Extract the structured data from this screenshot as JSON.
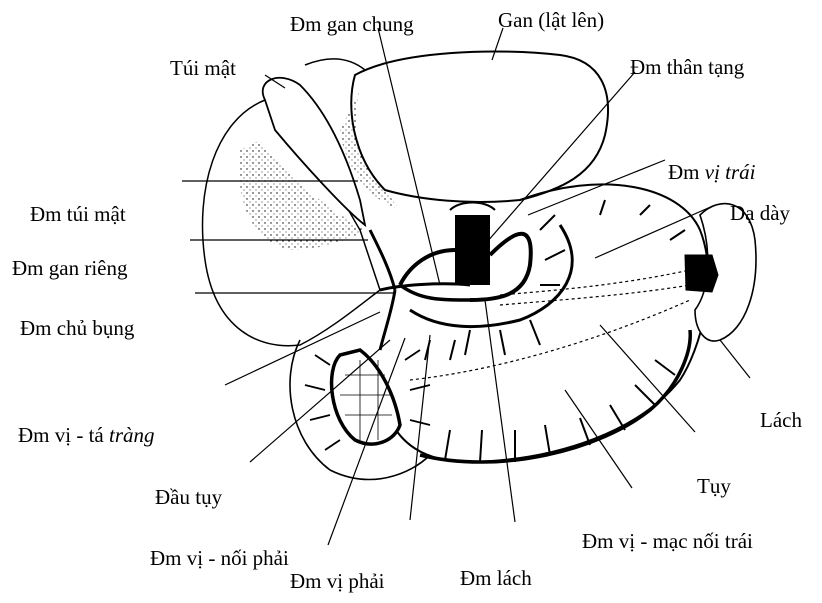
{
  "labels": {
    "dm_gan_chung": "Đm gan chung",
    "gan_lat_len": "Gan (lật lên)",
    "tui_mat": "Túi mật",
    "dm_than_tang": "Đm thân tạng",
    "dm_vi_trai_prefix": "Đm",
    "dm_vi_trai_italic": "vị trái",
    "da_day": "Dạ dày",
    "dm_tui_mat": "Đm túi mật",
    "dm_gan_rieng": "Đm gan riêng",
    "dm_chu_bung": "Đm chủ bụng",
    "dm_vi_ta_trang_prefix": "Đm vị - tá",
    "dm_vi_ta_trang_italic": "tràng",
    "lach": "Lách",
    "dau_tuy": "Đầu tụy",
    "tuy": "Tụy",
    "dm_vi_mac_noi_trai": "Đm vị - mạc nối trái",
    "dm_vi_noi_phai": "Đm vị - nối phải",
    "dm_vi_phai": "Đm vị phải",
    "dm_lach": "Đm lách"
  },
  "colors": {
    "ink": "#000000",
    "paper": "#ffffff"
  }
}
